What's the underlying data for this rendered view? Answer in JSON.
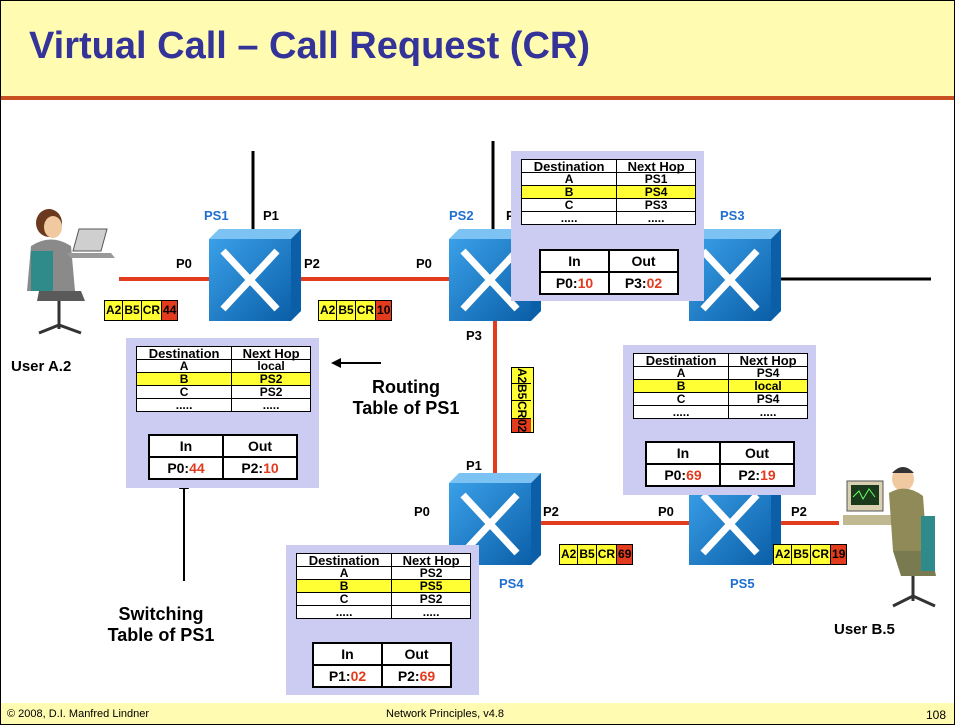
{
  "title": "Virtual Call – Call Request (CR)",
  "footer": {
    "left": "© 2008, D.I. Manfred Lindner",
    "center": "Network Principles, v4.8",
    "page": "108"
  },
  "switches": {
    "ps1": "PS1",
    "ps2": "PS2",
    "ps3": "PS3",
    "ps4": "PS4",
    "ps5": "PS5"
  },
  "ports": {
    "p0": "P0",
    "p1": "P1",
    "p2": "P2",
    "p3": "P3",
    "p_trunc": "P"
  },
  "users": {
    "a": "User A.2",
    "b": "User B.5"
  },
  "annotations": {
    "routing": "Routing\nTable of PS1",
    "switching": "Switching\nTable of PS1"
  },
  "packets": {
    "p1": {
      "a": "A2",
      "b": "B5",
      "c": "CR",
      "n": "44"
    },
    "p2": {
      "a": "A2",
      "b": "B5",
      "c": "CR",
      "n": "10"
    },
    "p3": {
      "a": "A2",
      "b": "B5",
      "c": "CR",
      "n": "02"
    },
    "p4": {
      "a": "A2",
      "b": "B5",
      "c": "CR",
      "n": "69"
    },
    "p5": {
      "a": "A2",
      "b": "B5",
      "c": "CR",
      "n": "19"
    }
  },
  "tables": {
    "headers": {
      "dest": "Destination",
      "hop": "Next Hop",
      "in": "In",
      "out": "Out"
    },
    "ps1": {
      "rows": [
        [
          "A",
          "local"
        ],
        [
          "B",
          "PS2"
        ],
        [
          "C",
          "PS2"
        ],
        [
          ".....",
          "....."
        ]
      ],
      "in_port": "P0:",
      "in_lci": "44",
      "out_port": "P2:",
      "out_lci": "10"
    },
    "ps2": {
      "rows": [
        [
          "A",
          "PS1"
        ],
        [
          "B",
          "PS4"
        ],
        [
          "C",
          "PS3"
        ],
        [
          ".....",
          "....."
        ]
      ],
      "in_port": "P0:",
      "in_lci": "10",
      "out_port": "P3:",
      "out_lci": "02"
    },
    "ps4": {
      "rows": [
        [
          "A",
          "PS2"
        ],
        [
          "B",
          "PS5"
        ],
        [
          "C",
          "PS2"
        ],
        [
          ".....",
          "....."
        ]
      ],
      "in_port": "P1:",
      "in_lci": "02",
      "out_port": "P2:",
      "out_lci": "69"
    },
    "ps5": {
      "rows": [
        [
          "A",
          "PS4"
        ],
        [
          "B",
          "local"
        ],
        [
          "C",
          "PS4"
        ],
        [
          ".....",
          "....."
        ]
      ],
      "in_port": "P0:",
      "in_lci": "69",
      "out_port": "P2:",
      "out_lci": "19"
    }
  },
  "colors": {
    "link": "#e23b1e",
    "switch": "#1e7ec8",
    "highlight": "#ffff33",
    "panel": "#ccccf2",
    "title": "#333399"
  }
}
